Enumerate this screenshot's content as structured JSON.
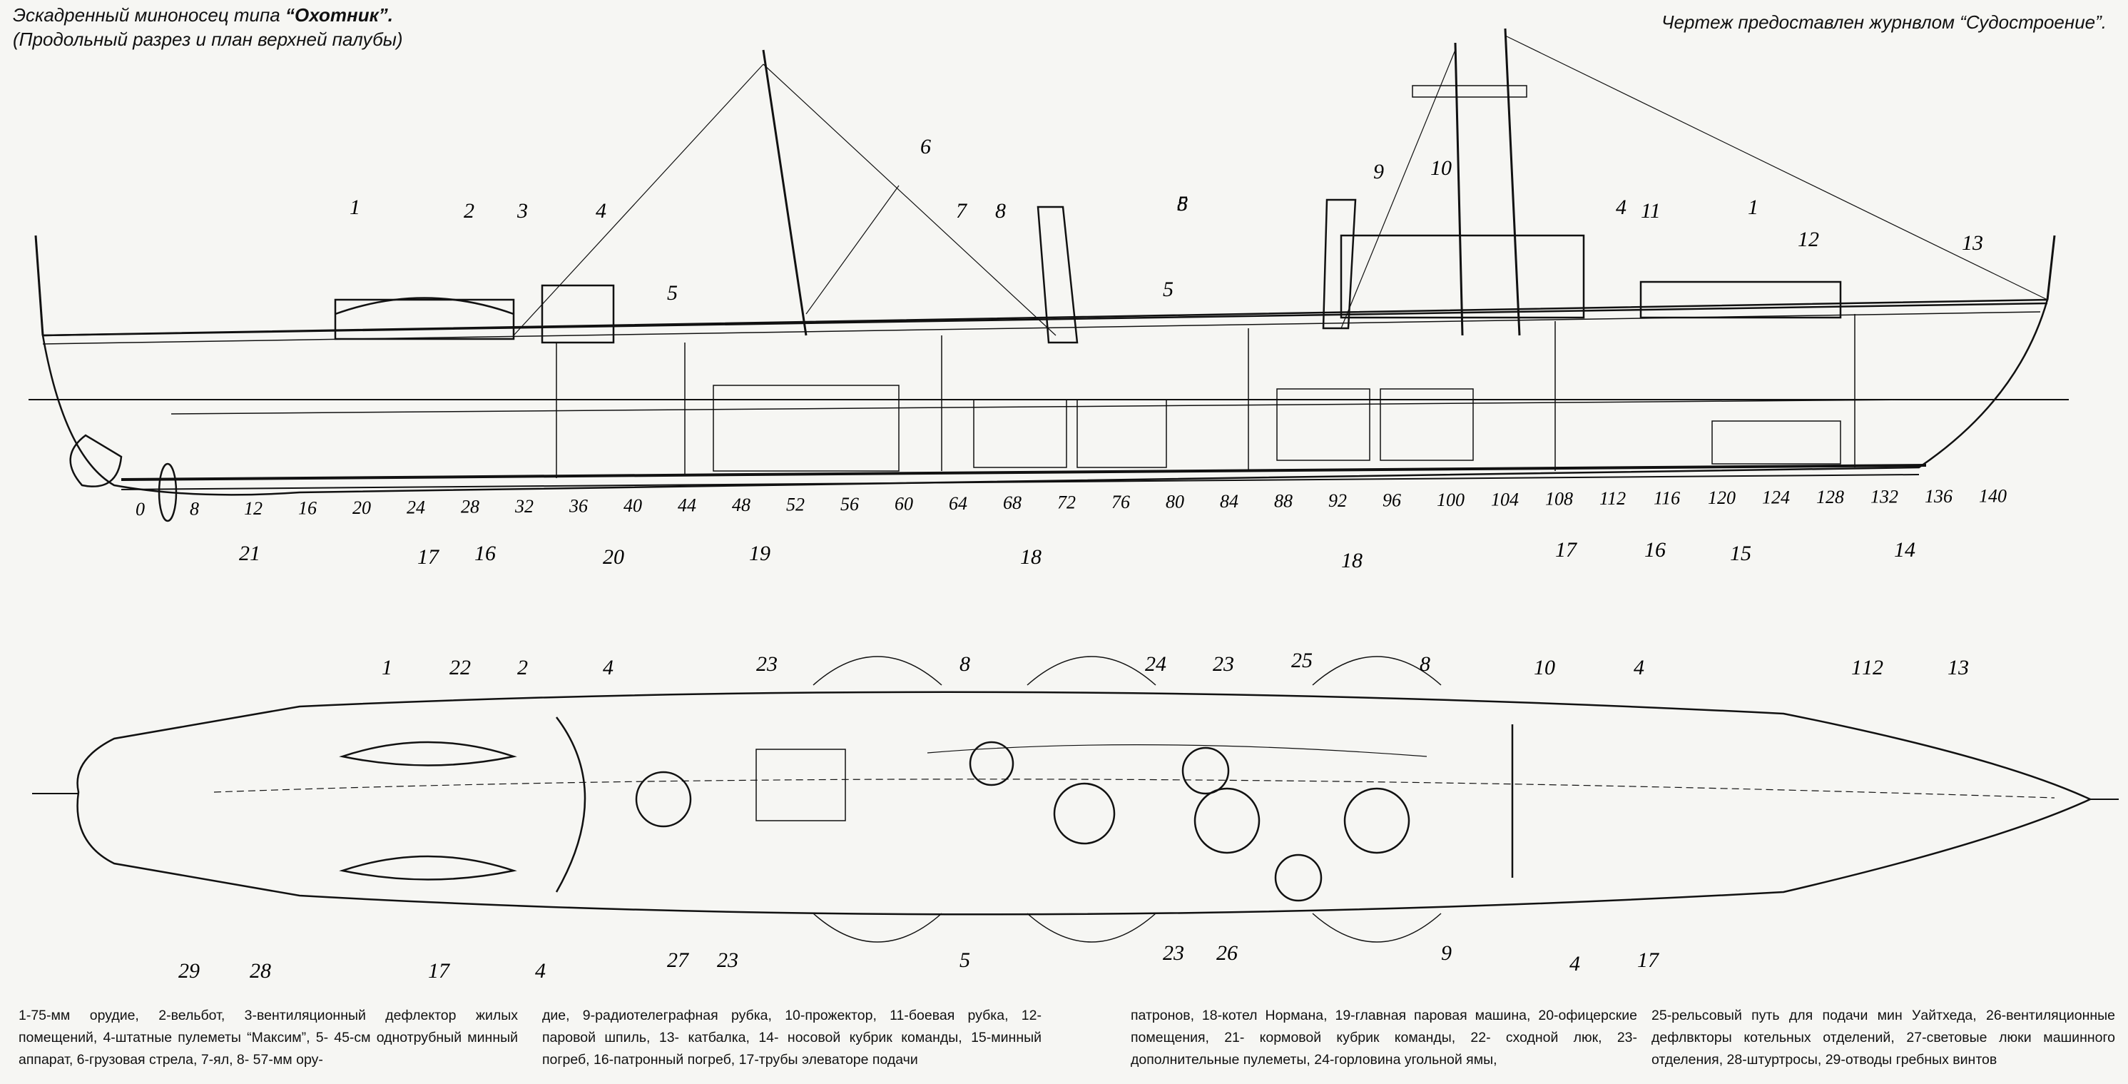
{
  "header": {
    "title_prefix": "Эскадренный миноносец типа ",
    "title_name": "“Охотник”.",
    "subtitle": "(Продольный разрез и план верхней палубы)",
    "credit": "Чертеж предоставлен журнвлом “Судостроение”."
  },
  "stations": [
    "0",
    "8",
    "12",
    "16",
    "20",
    "24",
    "28",
    "32",
    "36",
    "40",
    "44",
    "48",
    "52",
    "56",
    "60",
    "64",
    "68",
    "72",
    "76",
    "80",
    "84",
    "88",
    "92",
    "96",
    "100",
    "104",
    "108",
    "112",
    "116",
    "120",
    "124",
    "128",
    "132",
    "136",
    "140"
  ],
  "profile_callouts": {
    "top": [
      "1",
      "2",
      "3",
      "4",
      "5",
      "6",
      "7",
      "8",
      "5",
      "8",
      "5",
      "9",
      "10",
      "4",
      "11",
      "1",
      "12",
      "13"
    ],
    "bottom": [
      "21",
      "17",
      "16",
      "20",
      "19",
      "18",
      "18",
      "17",
      "16",
      "15",
      "14"
    ]
  },
  "plan_callouts": {
    "top": [
      "1",
      "22",
      "2",
      "4",
      "23",
      "8",
      "24",
      "23",
      "25",
      "8",
      "10",
      "4",
      "1",
      "12",
      "13"
    ],
    "bottom": [
      "29",
      "28",
      "17",
      "4",
      "27",
      "23",
      "5",
      "23",
      "26",
      "9",
      "4",
      "17"
    ]
  },
  "legend": {
    "col1": "1-75-мм орудие, 2-вельбот, 3-вентиляционный дефлектор жилых помещений, 4-штатные пулеметы “Максим”, 5- 45-см однотрубный минный аппарат, 6-грузовая стрела, 7-ял, 8- 57-мм ору-",
    "col2": "дие, 9-радиотелеграфная рубка, 10-прожектор, 11-боевая рубка, 12- паровой шпиль, 13- катбалка, 14- носовой кубрик команды, 15-минный погреб, 16-патронный погреб, 17-трубы элеваторе подачи",
    "col3": "патронов, 18-котел Нормана, 19-главная паровая машина, 20-офицерские помещения, 21- кормовой кубрик команды, 22- сходной люк, 23-дополнительные пулеметы, 24-горловина угольной ямы,",
    "col4": "25-рельсовый путь для подачи мин Уайтхеда, 26-вентиляционные дефлвкторы котельных отделений, 27-световые люки машинного отделения, 28-штуртросы, 29-отводы гребных винтов"
  }
}
